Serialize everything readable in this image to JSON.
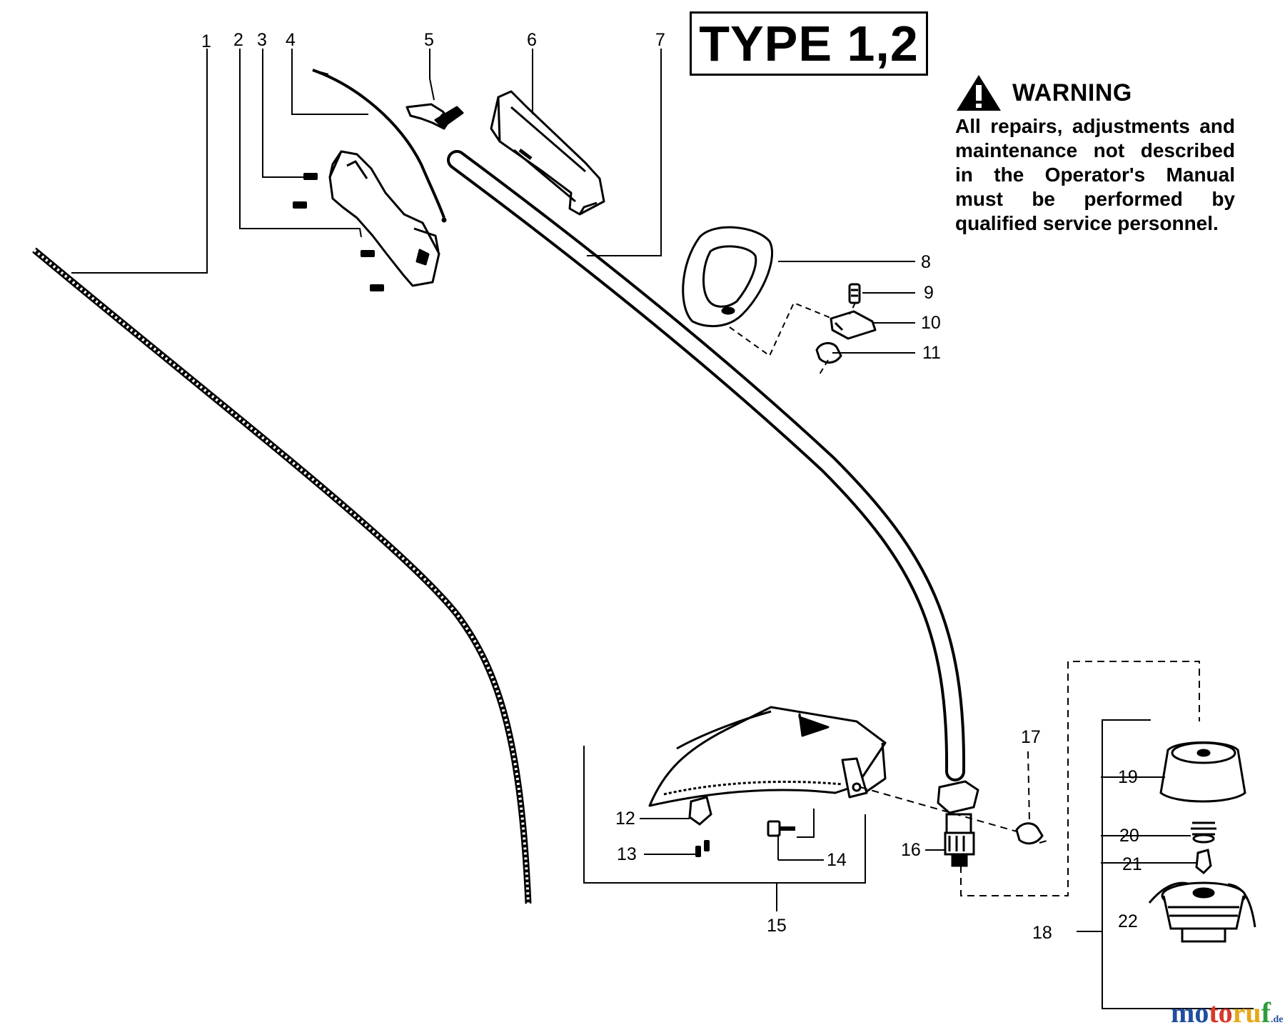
{
  "type_label": "TYPE 1,2",
  "warning": {
    "title": "WARNING",
    "body": "All repairs, adjustments and maintenance not described in the Operator's Manual must be performed by qualified service personnel."
  },
  "watermark": {
    "part1": "mo",
    "part2": "to",
    "part3": "ru",
    "part4": "f",
    "tld": ".de"
  },
  "parts": [
    {
      "id": "p1",
      "label": "1"
    },
    {
      "id": "p2",
      "label": "2"
    },
    {
      "id": "p3",
      "label": "3"
    },
    {
      "id": "p4",
      "label": "4"
    },
    {
      "id": "p5",
      "label": "5"
    },
    {
      "id": "p6",
      "label": "6"
    },
    {
      "id": "p7",
      "label": "7"
    },
    {
      "id": "p8",
      "label": "8"
    },
    {
      "id": "p9",
      "label": "9"
    },
    {
      "id": "p10",
      "label": "10"
    },
    {
      "id": "p11",
      "label": "11"
    },
    {
      "id": "p12",
      "label": "12"
    },
    {
      "id": "p13",
      "label": "13"
    },
    {
      "id": "p14",
      "label": "14"
    },
    {
      "id": "p15",
      "label": "15"
    },
    {
      "id": "p16",
      "label": "16"
    },
    {
      "id": "p17",
      "label": "17"
    },
    {
      "id": "p18",
      "label": "18"
    },
    {
      "id": "p19",
      "label": "19"
    },
    {
      "id": "p20",
      "label": "20"
    },
    {
      "id": "p21",
      "label": "21"
    },
    {
      "id": "p22",
      "label": "22"
    }
  ]
}
